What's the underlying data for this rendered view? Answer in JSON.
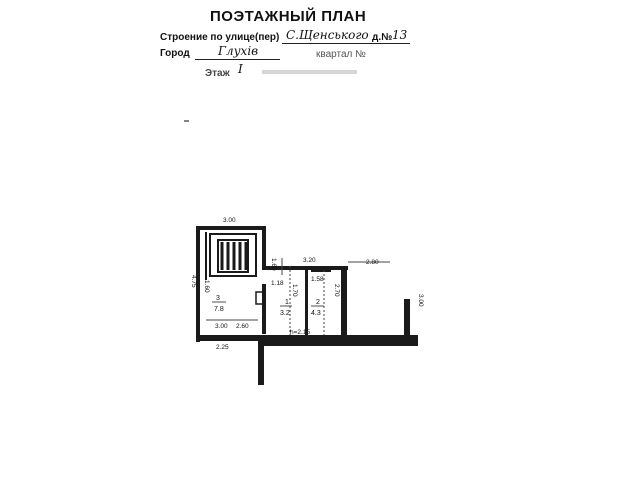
{
  "header": {
    "title": "ПОЭТАЖНЫЙ ПЛАН",
    "street_label": "Строение по улице(пер)",
    "street_value": "С.Щенського",
    "house_label": "д.№",
    "house_value": "13",
    "city_label": "Город",
    "city_value": "Глухів",
    "quarter_label": "квартал №",
    "floor_label": "Этаж",
    "floor_value": "I"
  },
  "plan": {
    "dims": {
      "top_width": "3.00",
      "left_height": "4.75",
      "inner_left": "1.60",
      "corridor_upper": "1.60",
      "mid_width": "3.20",
      "right_width": "2.80",
      "room1_width": "1.18",
      "room1_height": "1.70",
      "room2_width": "1.58",
      "room2_height": "2.70",
      "right_height": "3.00",
      "bottom_left": "2.25",
      "room3_width": "3.00",
      "room3_height": "2.60",
      "ceiling": "h=2.15"
    },
    "rooms": [
      {
        "number": "3",
        "area": "7.8"
      },
      {
        "number": "1",
        "area": "3.2"
      },
      {
        "number": "2",
        "area": "4.3"
      }
    ]
  }
}
